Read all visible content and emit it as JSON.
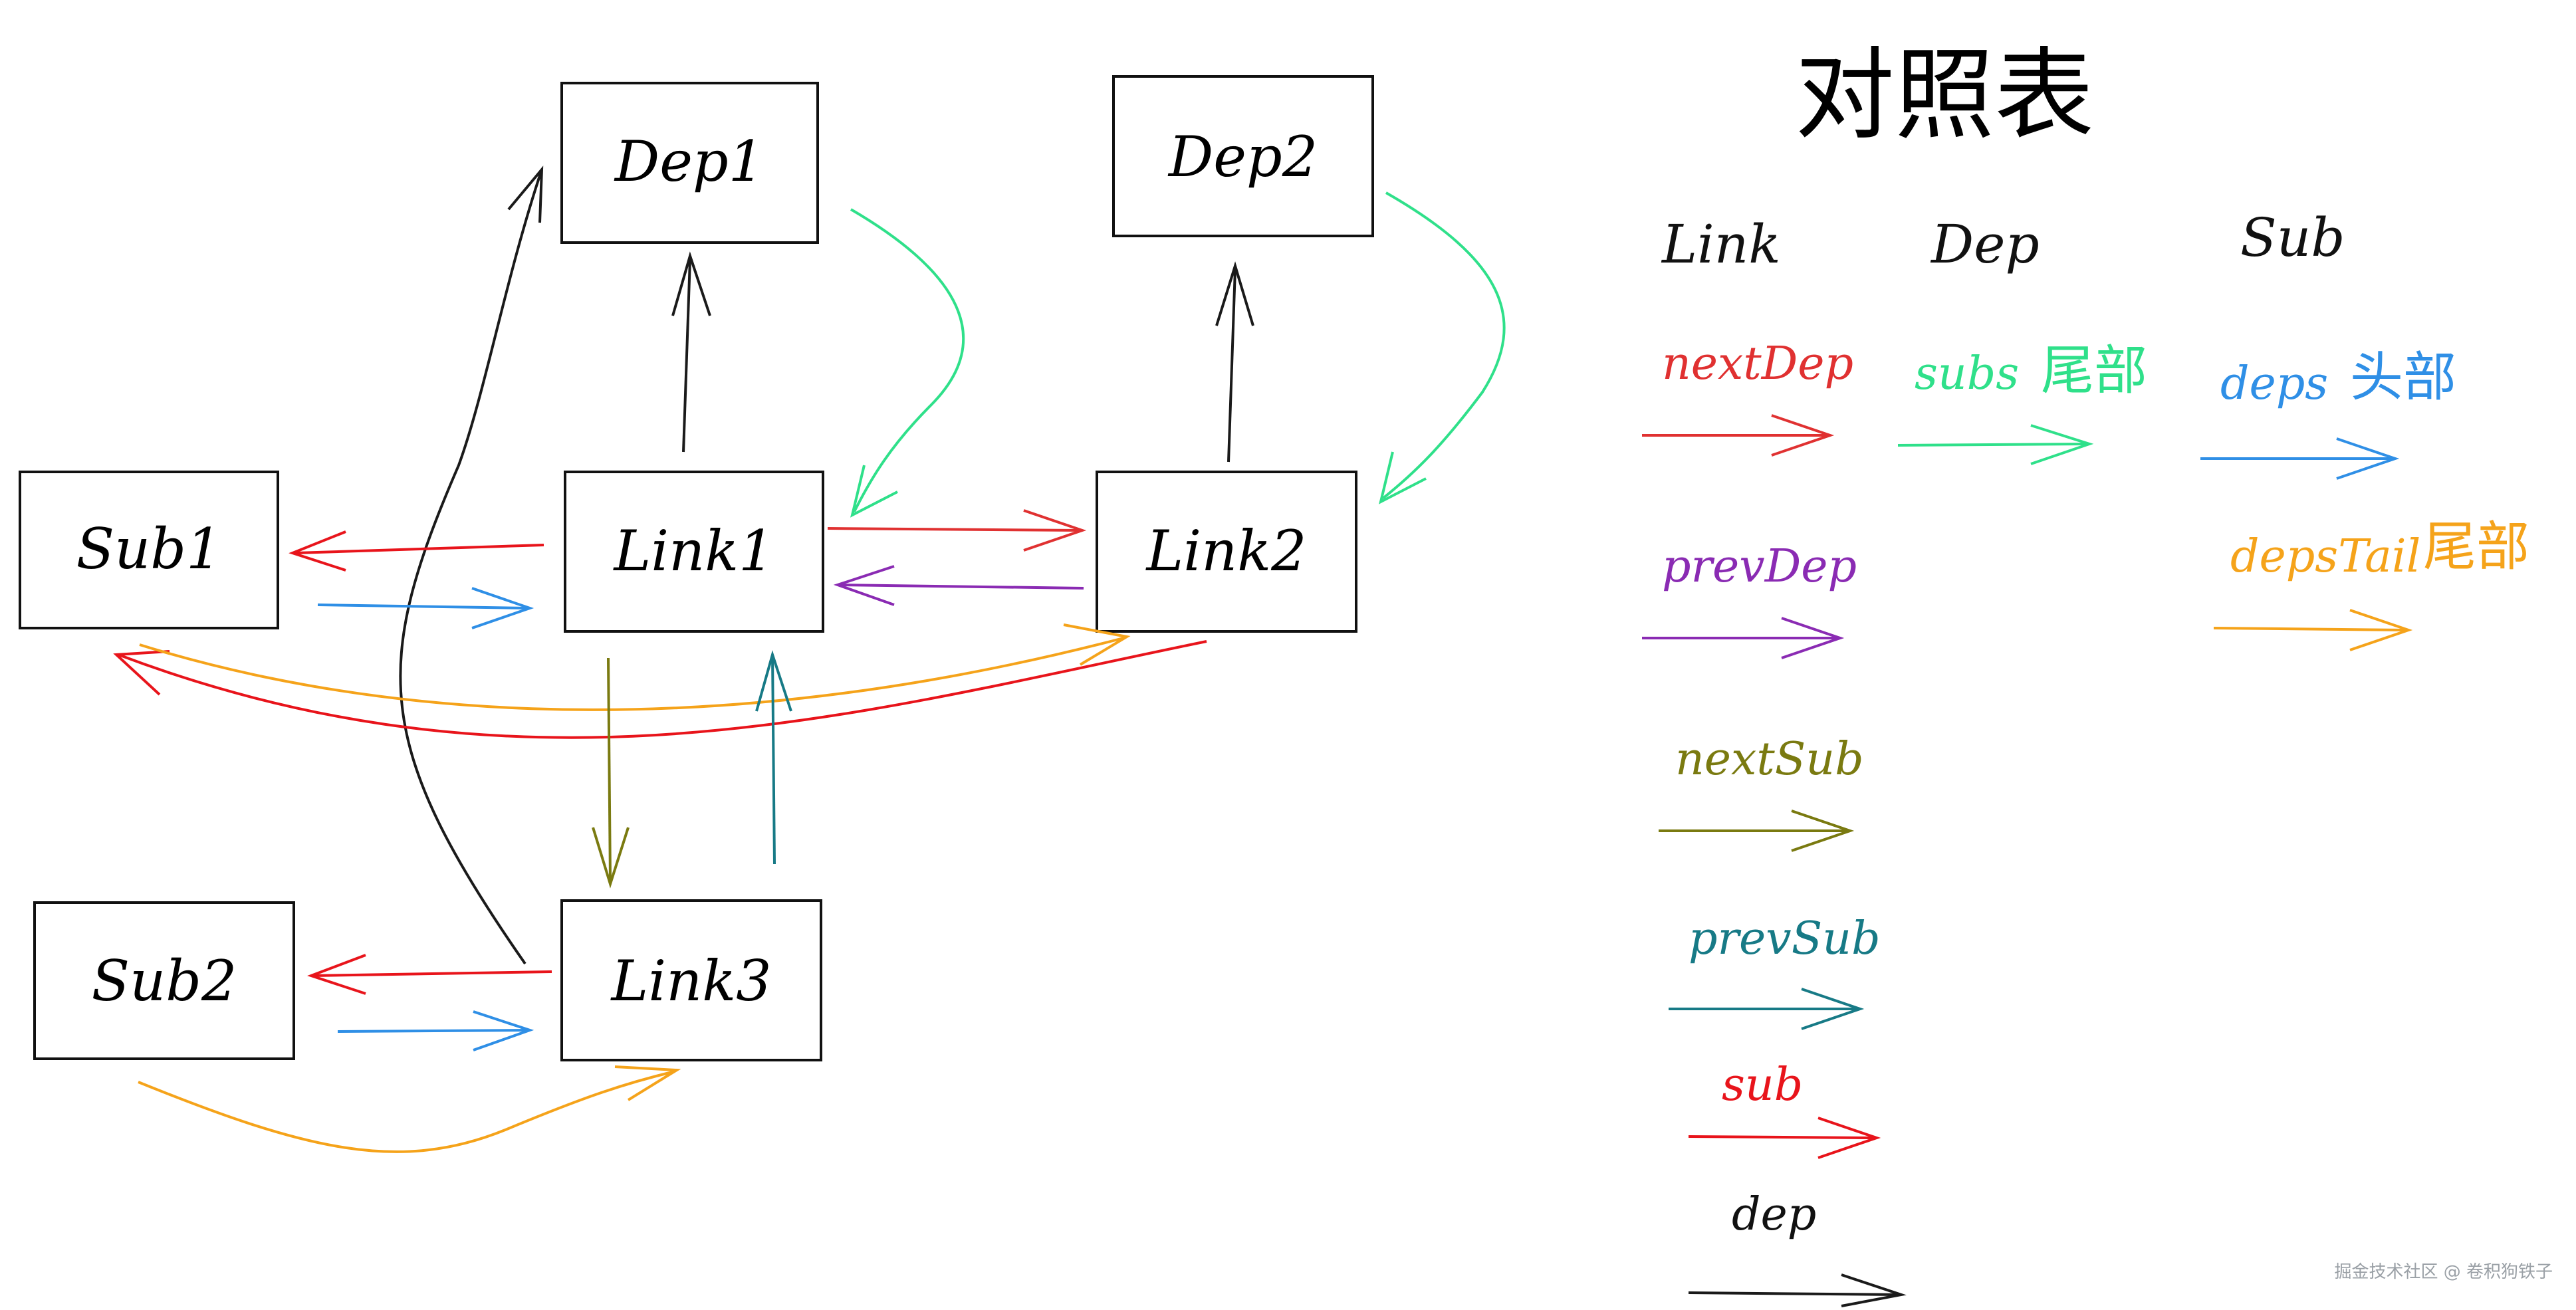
{
  "colors": {
    "nextDep": "#e03131",
    "subs": "#2fe08a",
    "deps": "#2f8fe6",
    "prevDep": "#8a2bb3",
    "depsTail": "#f5a31a",
    "nextSub": "#7a7a10",
    "prevSub": "#177a86",
    "sub": "#e8141b",
    "dep": "#1a1a1a"
  },
  "nodes": {
    "dep1": "Dep1",
    "dep2": "Dep2",
    "sub1": "Sub1",
    "link1": "Link1",
    "link2": "Link2",
    "sub2": "Sub2",
    "link3": "Link3"
  },
  "legend": {
    "title": "对照表",
    "headers": {
      "link": "Link",
      "dep": "Dep",
      "sub": "Sub"
    },
    "link_items": [
      {
        "label": "nextDep",
        "color_key": "nextDep"
      },
      {
        "label": "prevDep",
        "color_key": "prevDep"
      },
      {
        "label": "nextSub",
        "color_key": "nextSub"
      },
      {
        "label": "prevSub",
        "color_key": "prevSub"
      },
      {
        "label": "sub",
        "color_key": "sub"
      },
      {
        "label": "dep",
        "color_key": "dep"
      }
    ],
    "dep_items": [
      {
        "label": "subs",
        "note": "尾部",
        "color_key": "subs"
      }
    ],
    "sub_items": [
      {
        "label": "deps",
        "note": "头部",
        "color_key": "deps"
      },
      {
        "label": "depsTail",
        "note": "尾部",
        "color_key": "depsTail"
      }
    ]
  },
  "watermark": "掘金技术社区 @ 卷积狗铁子"
}
